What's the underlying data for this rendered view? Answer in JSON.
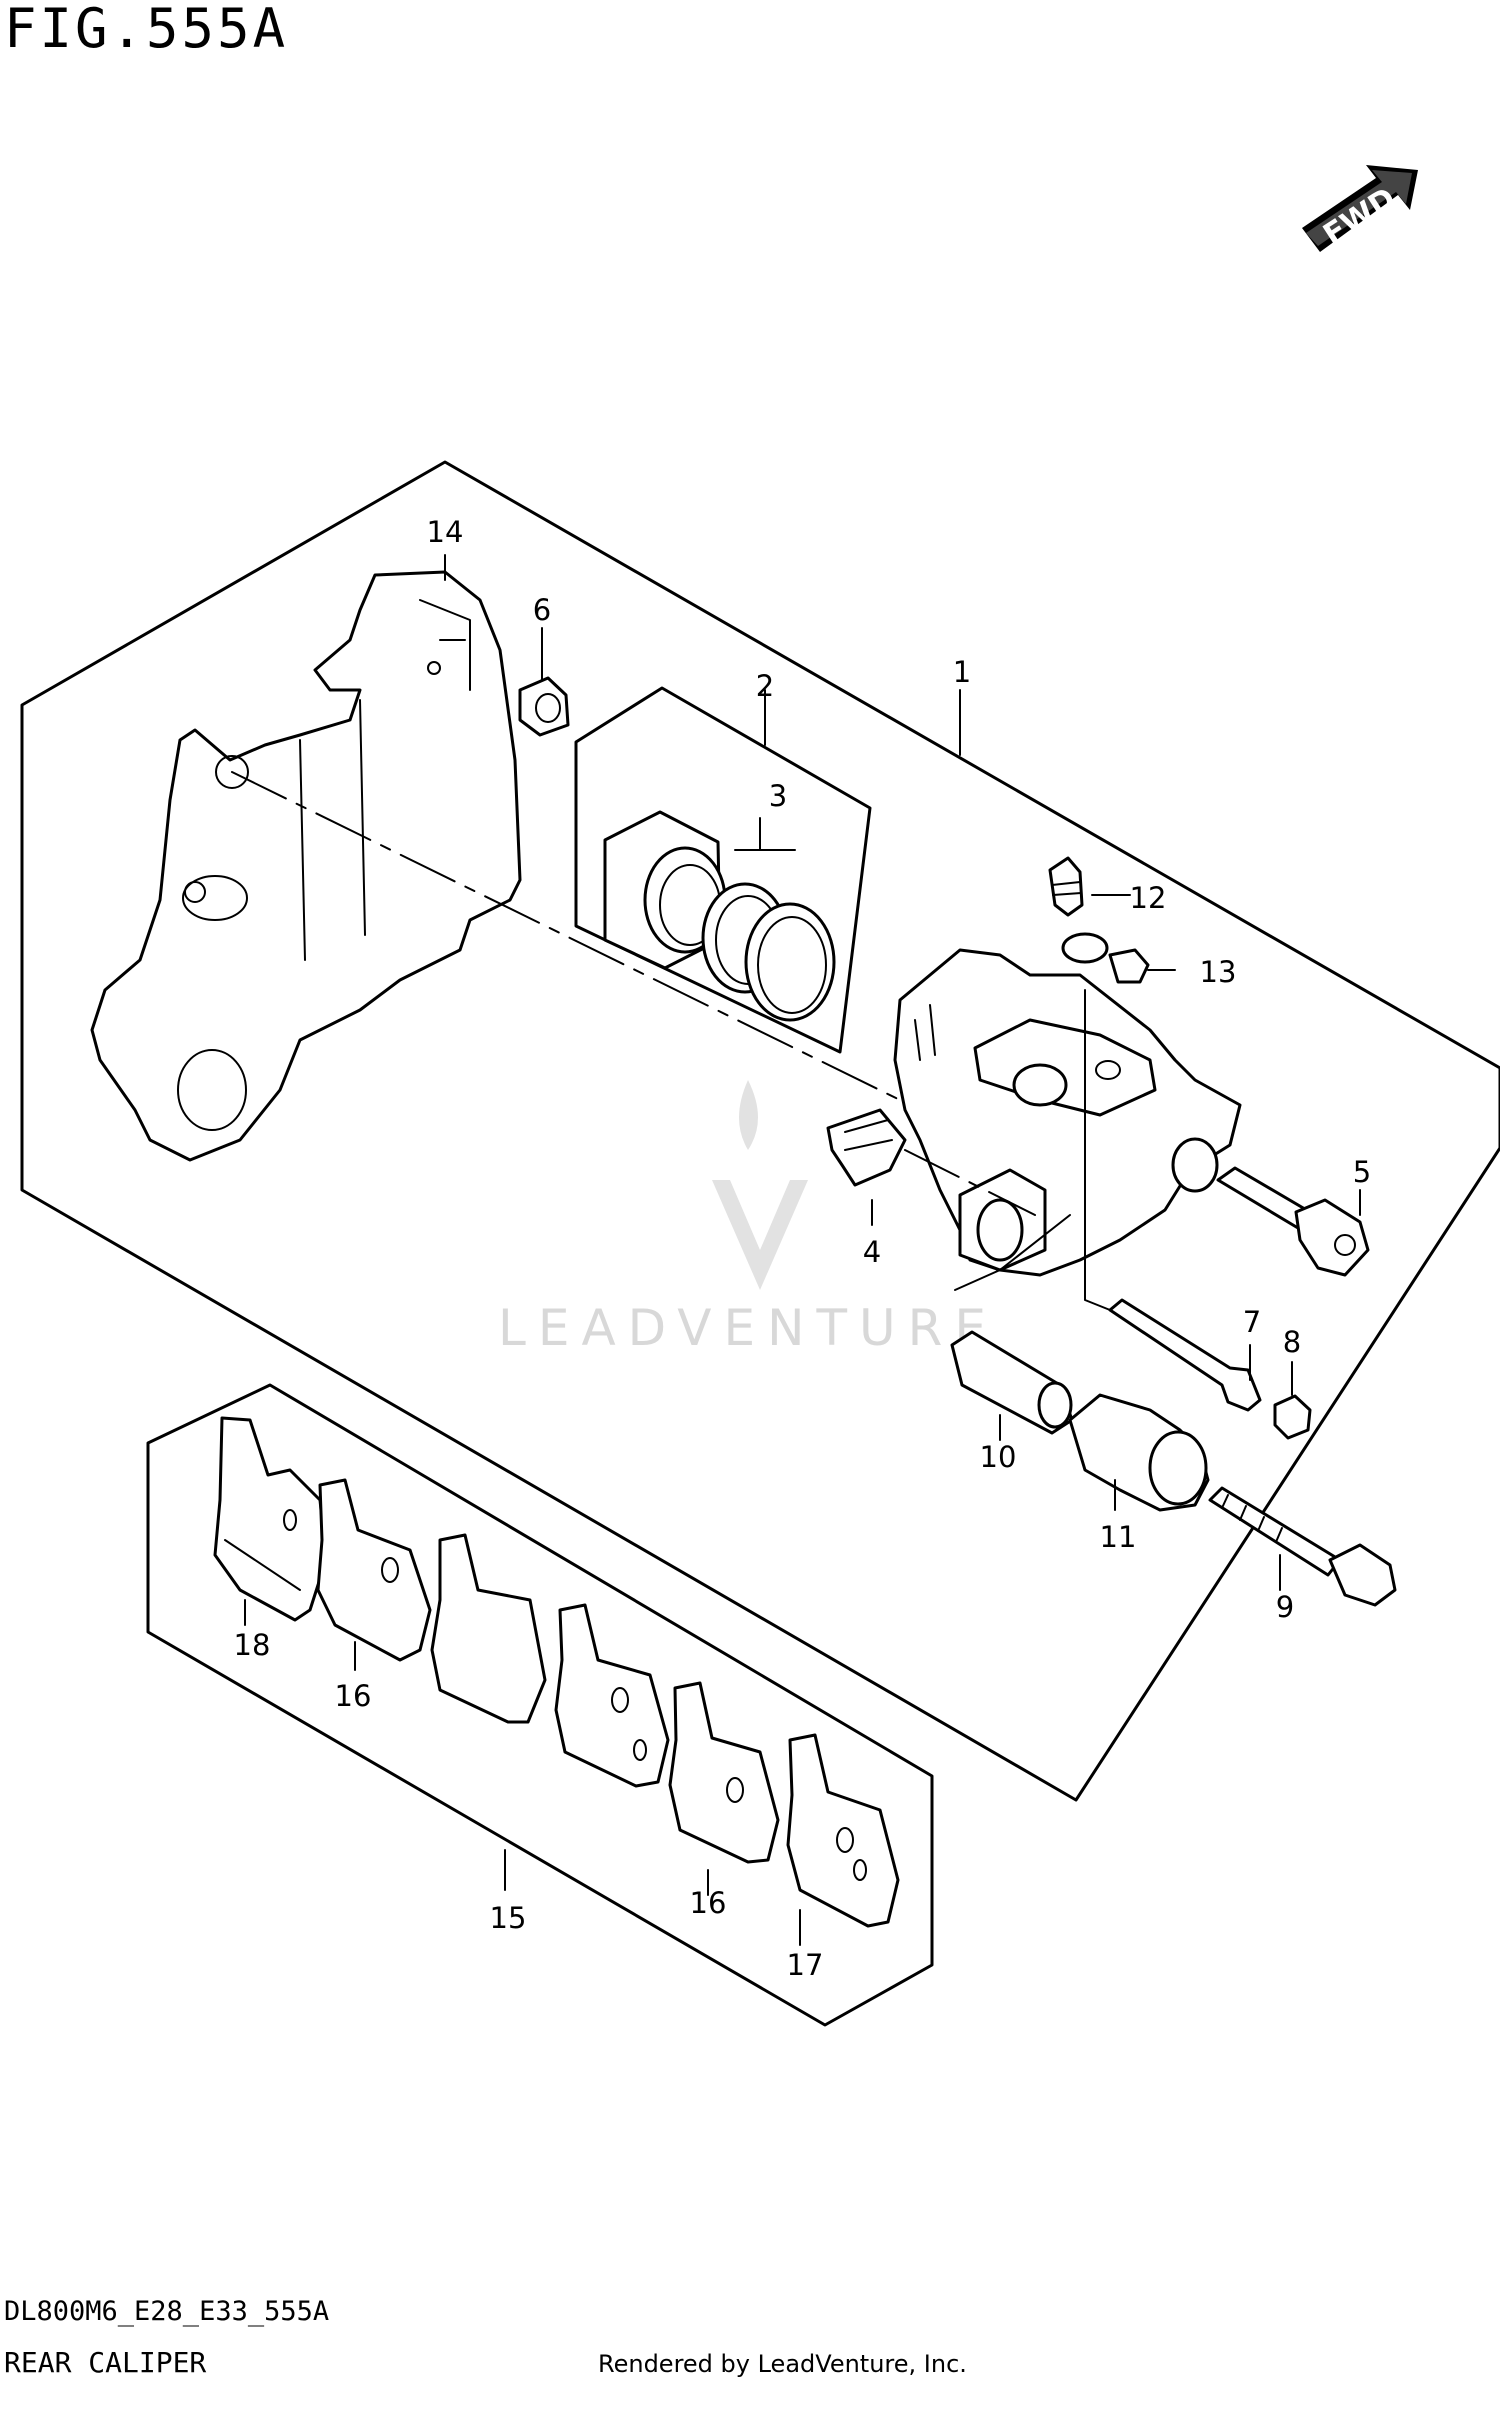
{
  "figure_title": "FIG.555A",
  "diagram_code": "DL800M6_E28_E33_555A",
  "section_title": "REAR CALIPER",
  "rendered_by": "Rendered by LeadVenture, Inc.",
  "watermark": "LEADVENTURE",
  "fwd_label": "FWD",
  "callouts": {
    "c1": "1",
    "c2": "2",
    "c3": "3",
    "c4": "4",
    "c5": "5",
    "c6": "6",
    "c7": "7",
    "c8": "8",
    "c9": "9",
    "c10": "10",
    "c11": "11",
    "c12": "12",
    "c13": "13",
    "c14": "14",
    "c15": "15",
    "c16a": "16",
    "c16b": "16",
    "c17": "17",
    "c18": "18"
  }
}
